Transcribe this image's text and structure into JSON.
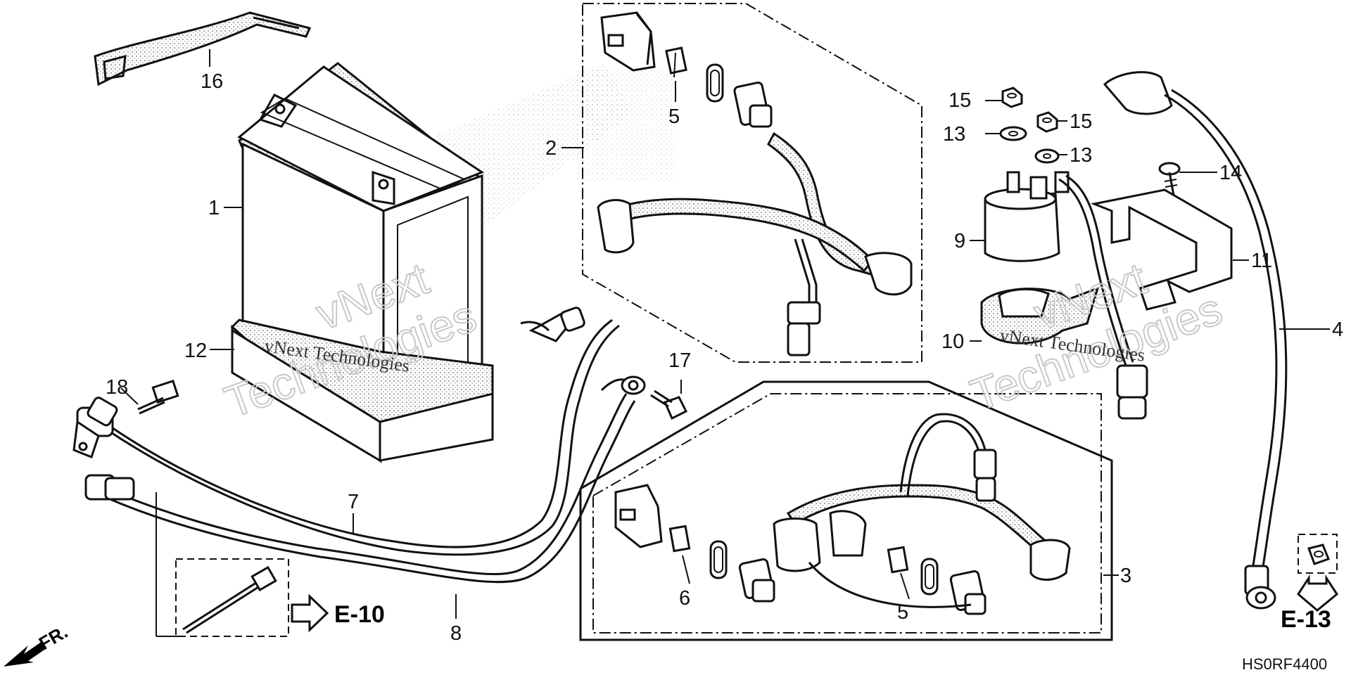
{
  "callouts": {
    "c1": "1",
    "c2": "2",
    "c3": "3",
    "c4": "4",
    "c5a": "5",
    "c5b": "5",
    "c6": "6",
    "c7": "7",
    "c8": "8",
    "c9": "9",
    "c10": "10",
    "c11": "11",
    "c12": "12",
    "c13a": "13",
    "c13b": "13",
    "c14": "14",
    "c15a": "15",
    "c15b": "15",
    "c16": "16",
    "c17": "17",
    "c18": "18"
  },
  "references": {
    "e10": "E-10",
    "e13": "E-13"
  },
  "front_label": "FR.",
  "diagram_code": "HS0RF4400",
  "watermark": {
    "line1": "vNext",
    "line2": "Technologies",
    "inline": "vNext Technologies"
  }
}
